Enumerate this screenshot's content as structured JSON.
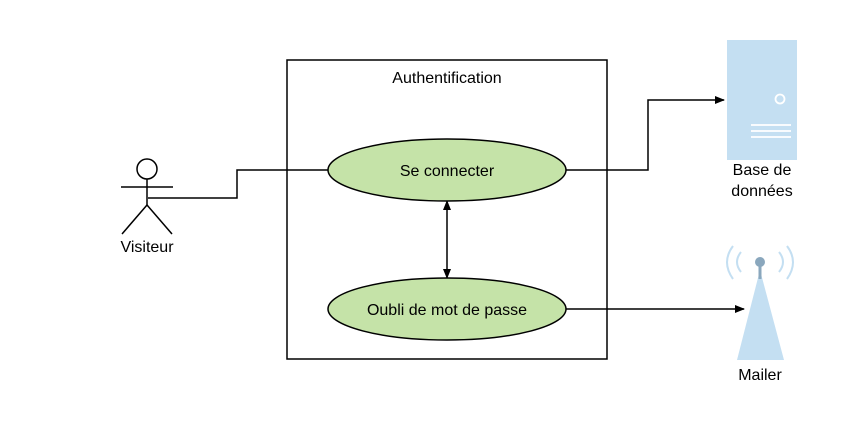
{
  "system_boundary": {
    "title": "Authentification"
  },
  "actors": {
    "visitor": {
      "label": "Visiteur",
      "icon": "stick-figure-icon"
    },
    "database": {
      "label_line1": "Base de",
      "label_line2": "données",
      "icon": "server-icon"
    },
    "mailer": {
      "label": "Mailer",
      "icon": "antenna-icon"
    }
  },
  "use_cases": {
    "login": {
      "label": "Se connecter"
    },
    "forgot_password": {
      "label": "Oubli de mot de passe"
    }
  },
  "colors": {
    "use_case_fill": "#c5e3a8",
    "server_fill": "#c4dff2",
    "server_detail": "#ffffff",
    "antenna_fill": "#c4dff2",
    "antenna_mast": "#8aa7bd",
    "stroke": "#000000"
  }
}
